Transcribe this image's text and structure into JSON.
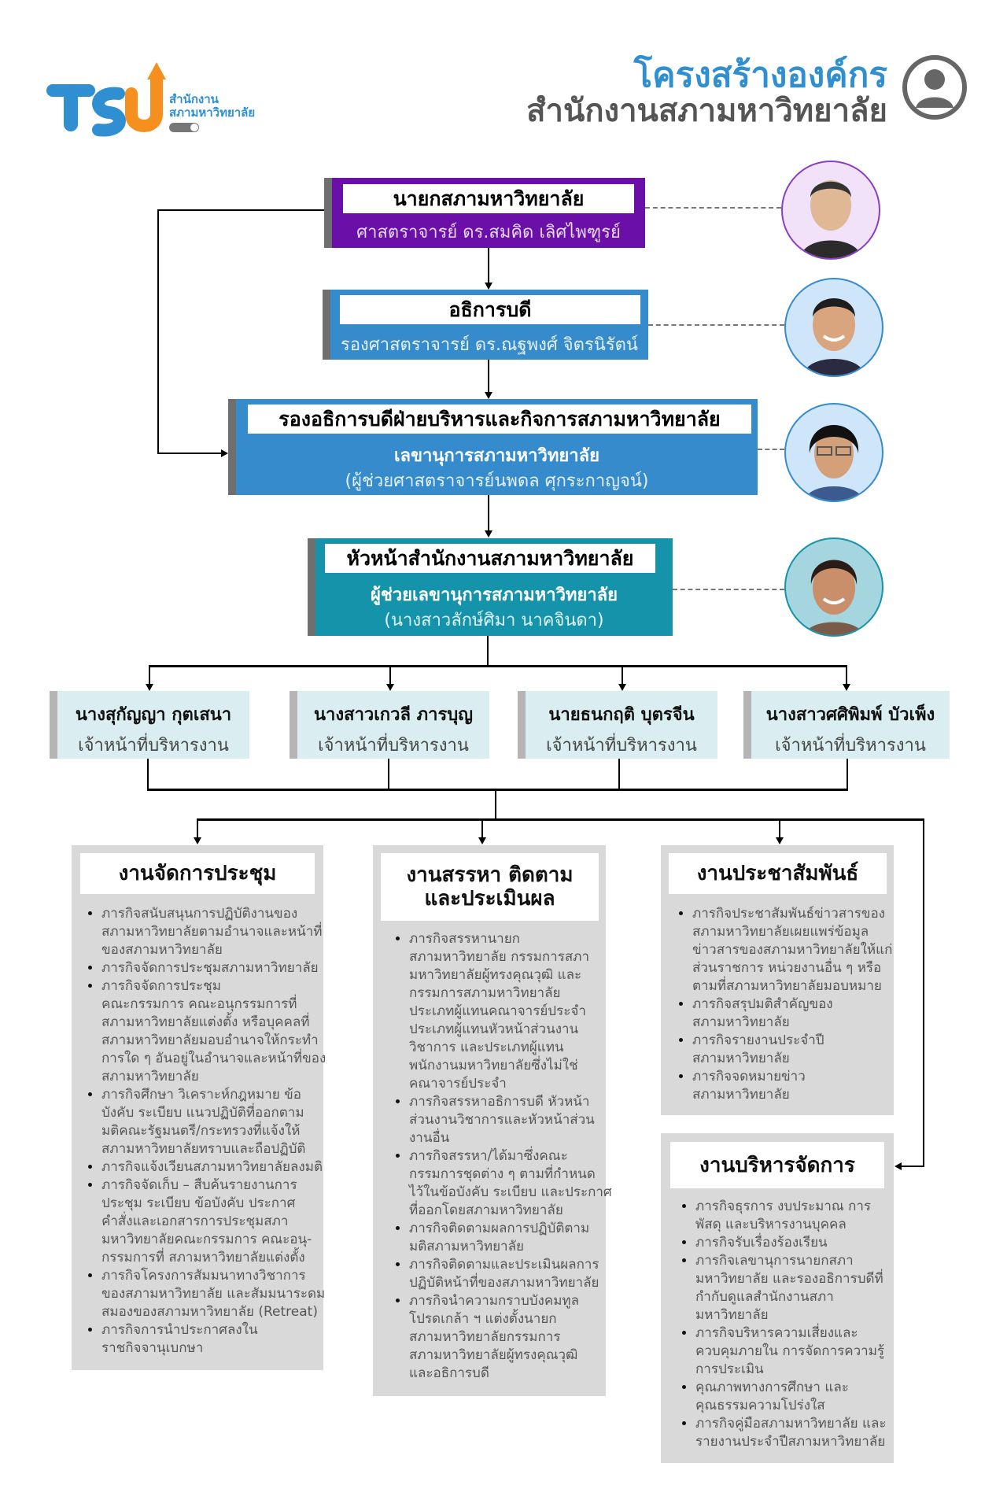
{
  "header": {
    "logo_line1": "สำนักงาน",
    "logo_line2": "สภามหาวิทยาลัย",
    "logo_letters": "TSU",
    "title": "โครงสร้างองค์กร",
    "subtitle": "สำนักงานสภามหาวิทยาลัย"
  },
  "colors": {
    "purple": "#6a0fa8",
    "blue": "#358bcb",
    "teal": "#1493ab",
    "staff_bg": "#daedf0",
    "column_bg": "#d9d9d9",
    "title_blue": "#2f8fd1"
  },
  "positions": [
    {
      "title": "นายกสภามหาวิทยาลัย",
      "name": "ศาสตราจารย์ ดร.สมคิด เลิศไพฑูรย์"
    },
    {
      "title": "อธิการบดี",
      "name": "รองศาสตราจารย์ ดร.ณฐพงศ์ จิตรนิรัตน์"
    },
    {
      "title": "รองอธิการบดีฝ่ายบริหารและกิจการสภามหาวิทยาลัย",
      "role": "เลขานุการสภามหาวิทยาลัย",
      "name": "(ผู้ช่วยศาสตราจารย์นพดล ศุกระกาญจน์)"
    },
    {
      "title": "หัวหน้าสำนักงานสภามหาวิทยาลัย",
      "role": "ผู้ช่วยเลขานุการสภามหาวิทยาลัย",
      "name": "(นางสาวลักษ์ศิมา นาคจินดา)"
    }
  ],
  "staff": [
    {
      "name": "นางสุกัญญา กุตเสนา",
      "role": "เจ้าหน้าที่บริหารงาน"
    },
    {
      "name": "นางสาวเกวลี ภารบุญ",
      "role": "เจ้าหน้าที่บริหารงาน"
    },
    {
      "name": "นายธนกฤติ บุตรจีน",
      "role": "เจ้าหน้าที่บริหารงาน"
    },
    {
      "name": "นางสาวศศิพิมพ์ บัวเพ็ง",
      "role": "เจ้าหน้าที่บริหารงาน"
    }
  ],
  "units": [
    {
      "title": "งานจัดการประชุม",
      "items": [
        "ภารกิจสนับสนุนการปฏิบัติงานของ\nสภามหาวิทยาลัยตามอำนาจและหน้าที่\nของสภามหาวิทยาลัย",
        "ภารกิจจัดการประชุมสภามหาวิทยาลัย",
        "ภารกิจจัดการประชุม\nคณะกรรมการ คณะอนุกรรมการที่\nสภามหาวิทยาลัยแต่งตั้ง หรือบุคคลที่\nสภามหาวิทยาลัยมอบอำนาจให้กระทำ\nการใด ๆ อันอยู่ในอำนาจและหน้าที่ของ\nสภามหาวิทยาลัย",
        "ภารกิจศึกษา วิเคราะห์กฎหมาย ข้อ\nบังคับ ระเบียบ แนวปฏิบัติที่ออกตาม\nมติคณะรัฐมนตรี/กระทรวงที่แจ้งให้\nสภามหาวิทยาลัยทราบและถือปฏิบัติ",
        "ภารกิจแจ้งเวียนสภามหาวิทยาลัยลงมติ",
        "ภารกิจจัดเก็บ – สืบค้นรายงานการ\nประชุม ระเบียบ ข้อบังคับ ประกาศ\nคำสั่งและเอกสารการประชุมสภา\nมหาวิทยาลัยคณะกรรมการ คณะอนุ-\nกรรมการที่ สภามหาวิทยาลัยแต่งตั้ง",
        "ภารกิจโครงการสัมมนาทางวิชาการ\nของสภามหาวิทยาลัย และสัมมนาระดม\nสมองของสภามหาวิทยาลัย (Retreat)",
        "ภารกิจการนำประกาศลงใน\nราชกิจจานุเบกษา"
      ]
    },
    {
      "title": "งานสรรหา ติดตาม\nและประเมินผล",
      "items": [
        "ภารกิจสรรหานายก\nสภามหาวิทยาลัย กรรมการสภา\nมหาวิทยาลัยผู้ทรงคุณวุฒิ และ\nกรรมการสภามหาวิทยาลัย\nประเภทผู้แทนคณาจารย์ประจำ\nประเภทผู้แทนหัวหน้าส่วนงาน\nวิชาการ และประเภทผู้แทน\nพนักงานมหาวิทยาลัยซึ่งไม่ใช่\nคณาจารย์ประจำ",
        "ภารกิจสรรหาอธิการบดี หัวหน้า\nส่วนงานวิชาการและหัวหน้าส่วน\nงานอื่น",
        "ภารกิจสรรหา/ได้มาซึ่งคณะ\nกรรมการชุดต่าง ๆ ตามที่กำหนด\nไว้ในข้อบังคับ ระเบียบ และประกาศ\nที่ออกโดยสภามหาวิทยาลัย",
        "ภารกิจติดตามผลการปฏิบัติตาม\nมติสภามหาวิทยาลัย",
        "ภารกิจติดตามและประเมินผลการ\nปฏิบัติหน้าที่ของสภามหาวิทยาลัย",
        "ภารกิจนำความกราบบังคมทูล\nโปรดเกล้า ฯ แต่งตั้งนายก\nสภามหาวิทยาลัยกรรมการ\nสภามหาวิทยาลัยผู้ทรงคุณวุฒิ\nและอธิการบดี"
      ]
    },
    {
      "title": "งานประชาสัมพันธ์",
      "items": [
        "ภารกิจประชาสัมพันธ์ข่าวสารของ\nสภามหาวิทยาลัยเผยแพร่ข้อมูล\nข่าวสารของสภามหาวิทยาลัยให้แก่\nส่วนราชการ หน่วยงานอื่น ๆ หรือ\nตามที่สภามหาวิทยาลัยมอบหมาย",
        "ภารกิจสรุปมติสำคัญของ\nสภามหาวิทยาลัย",
        "ภารกิจรายงานประจำปี\nสภามหาวิทยาลัย",
        "ภารกิจจดหมายข่าว\nสภามหาวิทยาลัย"
      ]
    },
    {
      "title": "งานบริหารจัดการ",
      "items": [
        "ภารกิจธุรการ งบประมาณ การ\nพัสดุ และบริหารงานบุคคล",
        "ภารกิจรับเรื่องร้องเรียน",
        "ภารกิจเลขานุการนายกสภา\nมหาวิทยาลัย และรองอธิการบดีที่\nกำกับดูแลสำนักงานสภา\nมหาวิทยาลัย",
        "ภารกิจบริหารความเสี่ยงและ\nควบคุมภายใน การจัดการความรู้\nการประเมิน",
        "คุณภาพทางการศึกษา และ\nคุณธรรมความโปร่งใส",
        "ภารกิจคู่มือสภามหาวิทยาลัย และ\nรายงานประจำปีสภามหาวิทยาลัย"
      ]
    }
  ]
}
